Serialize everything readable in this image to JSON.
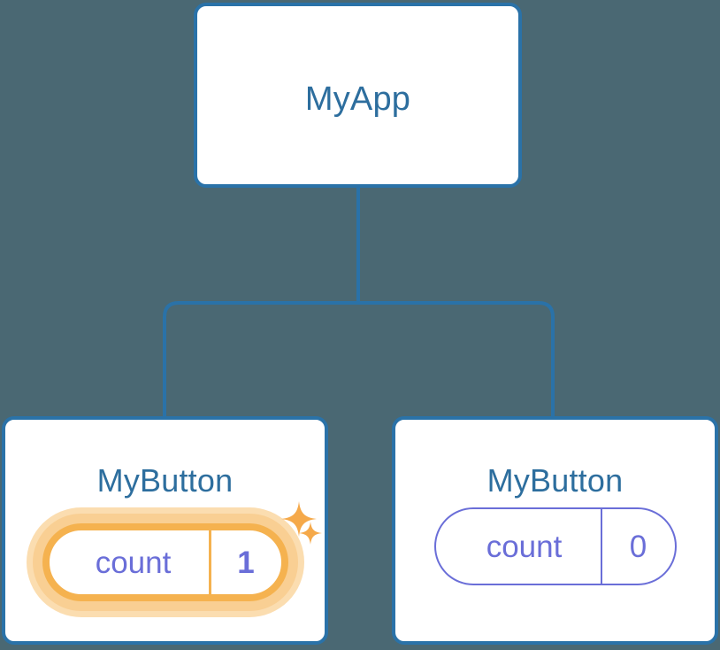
{
  "diagram": {
    "type": "component-tree",
    "background_color": "#4a6873",
    "edge_color": "#2a72a8",
    "node_border_color": "#2a72a8",
    "node_title_color": "#2d6e9e",
    "state_color": "#6a6ed8",
    "highlight_color": "#f5b24f",
    "highlight_glow_color": "#fbddb0",
    "root": {
      "title": "MyApp"
    },
    "children": [
      {
        "title": "MyButton",
        "state_key": "count",
        "state_value": "1",
        "highlighted": true,
        "sparkles": [
          "sparkle-large",
          "sparkle-small"
        ]
      },
      {
        "title": "MyButton",
        "state_key": "count",
        "state_value": "0",
        "highlighted": false,
        "sparkles": []
      }
    ]
  }
}
